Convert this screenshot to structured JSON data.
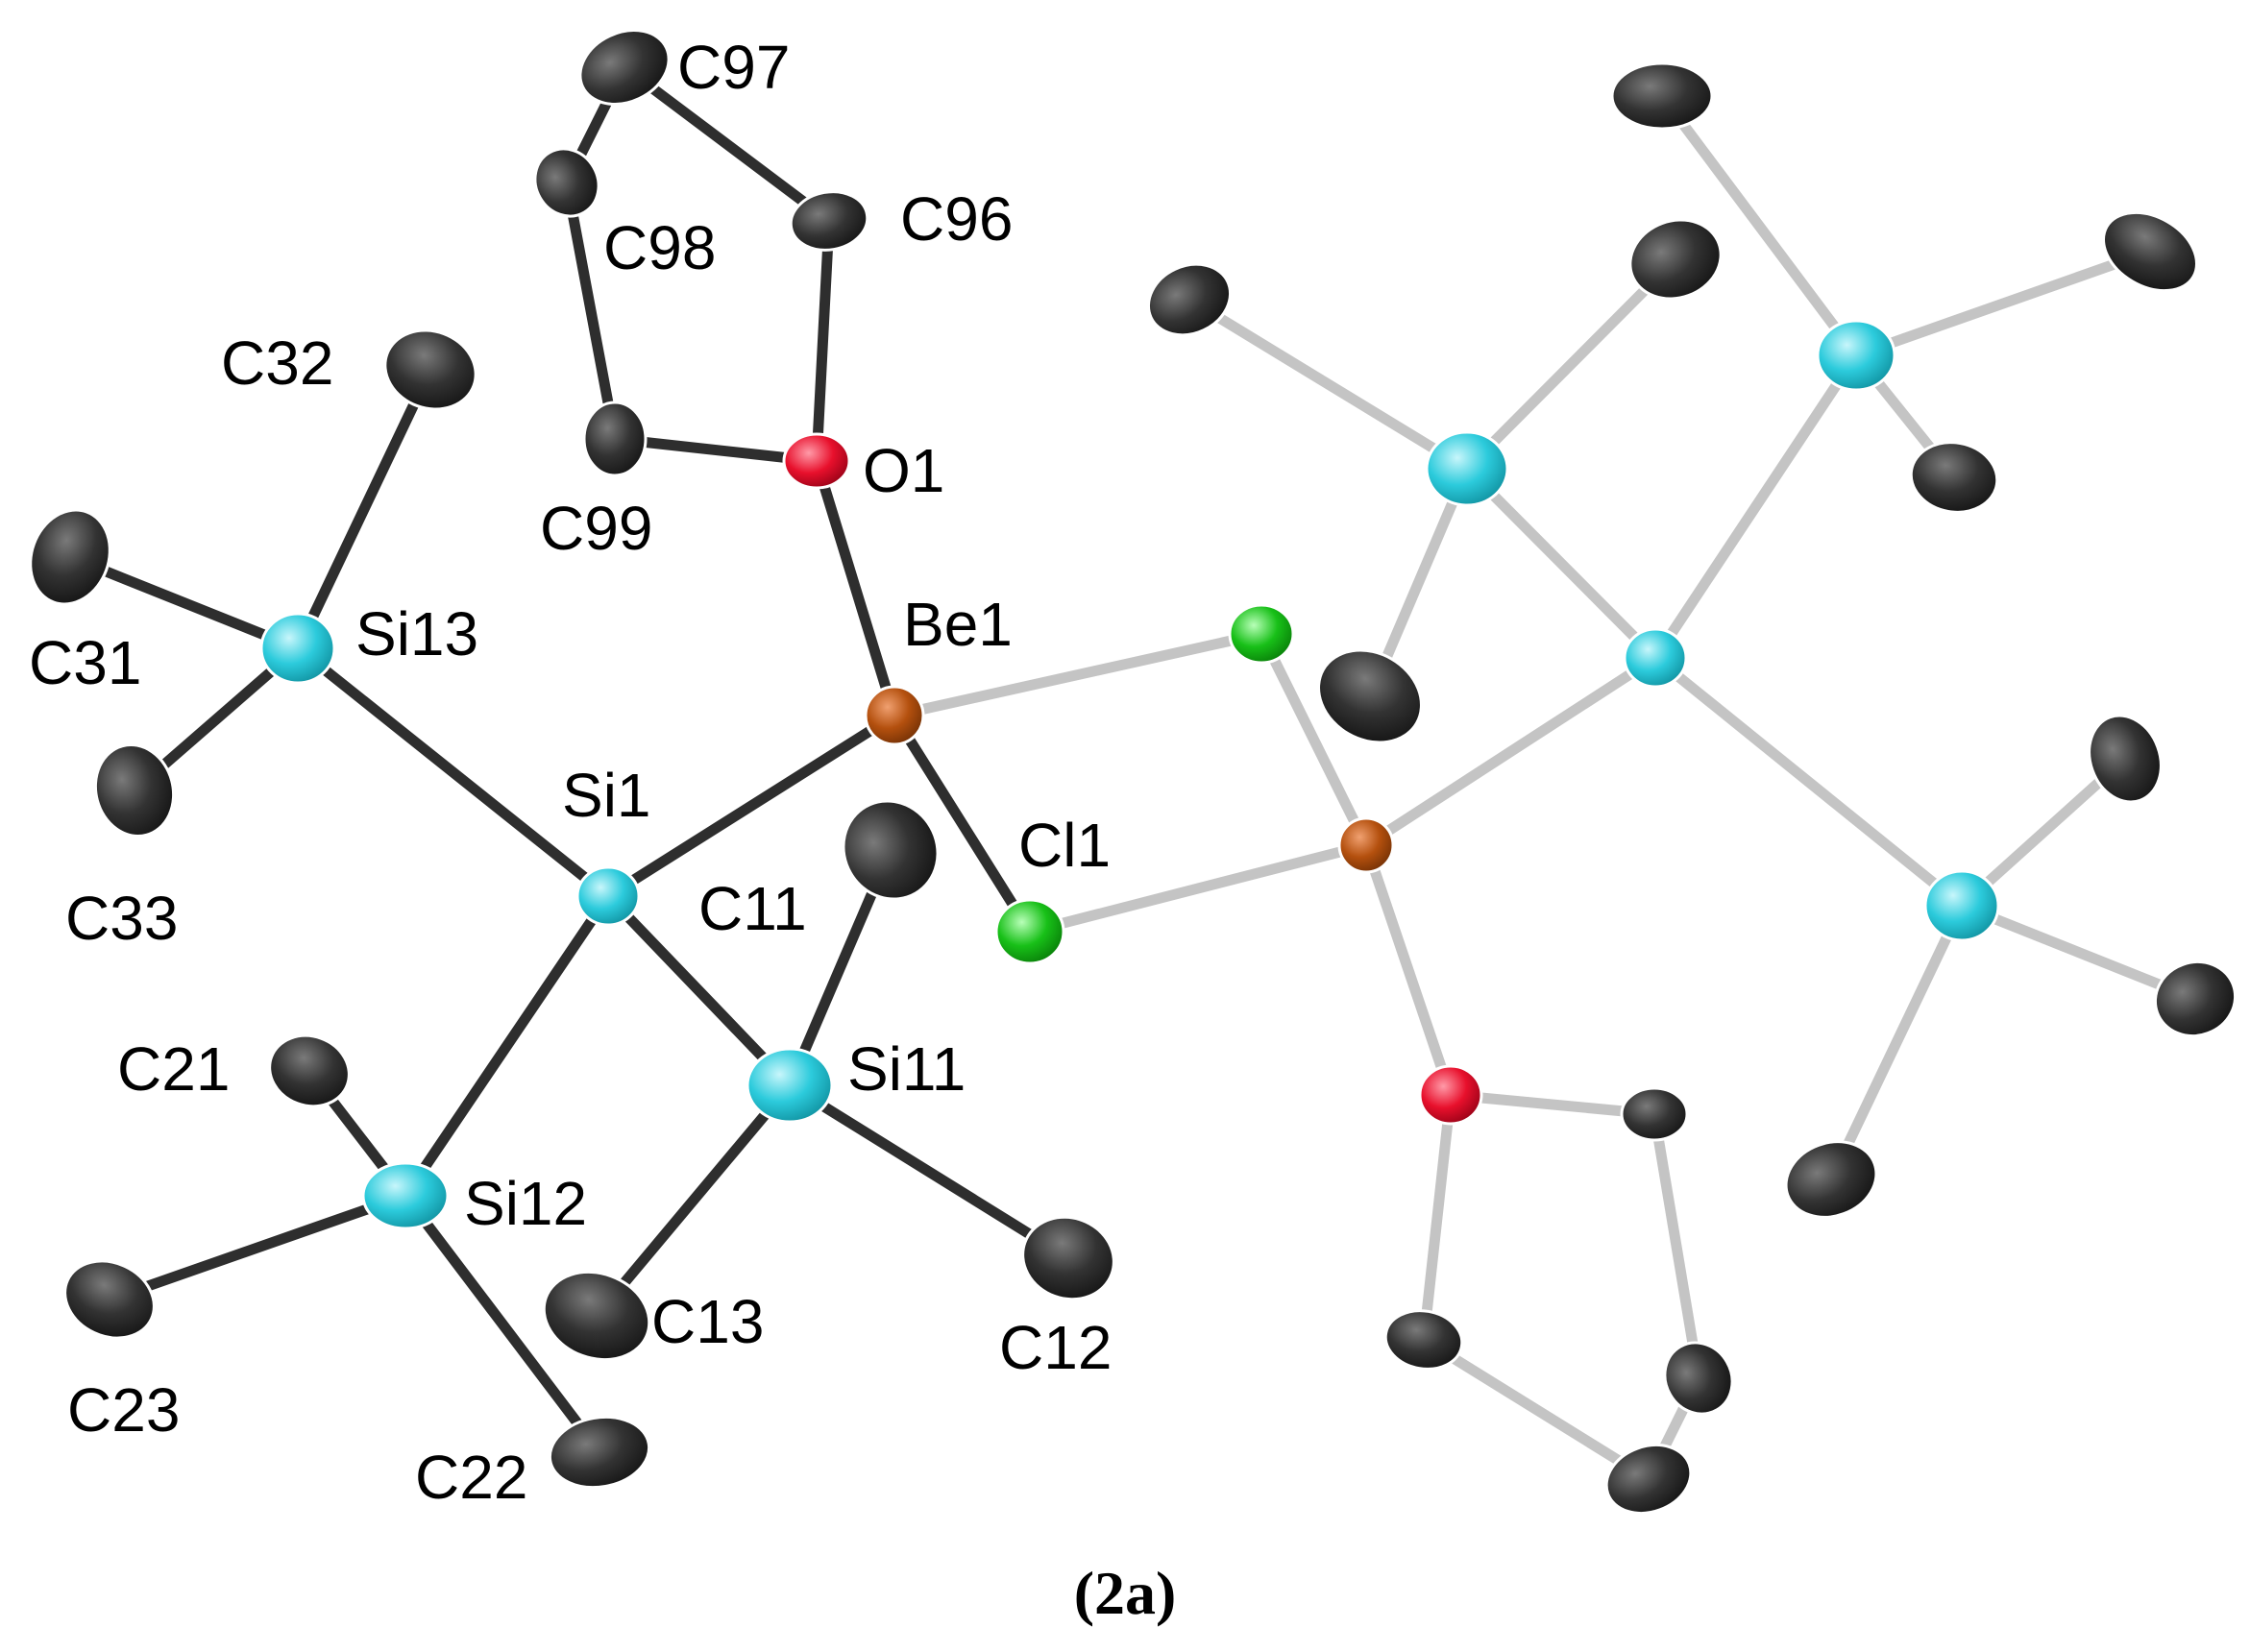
{
  "caption": "(2a)",
  "labels": {
    "C97": "C97",
    "C96": "C96",
    "C98": "C98",
    "C32": "C32",
    "O1": "O1",
    "C99": "C99",
    "Si13": "Si13",
    "Be1": "Be1",
    "C31": "C31",
    "Si1": "Si1",
    "Cl1": "Cl1",
    "C11": "C11",
    "C33": "C33",
    "C21": "C21",
    "Si11": "Si11",
    "Si12": "Si12",
    "C13": "C13",
    "C12": "C12",
    "C23": "C23",
    "C22": "C22"
  },
  "colors": {
    "carbon": "#2b2b2b",
    "silicon": "#22c8d8",
    "oxygen": "#e01030",
    "beryllium": "#b4500e",
    "chlorine": "#18c018",
    "bond_labeled": "#2e2e2e",
    "bond_symmetry": "#c4c4c4"
  }
}
